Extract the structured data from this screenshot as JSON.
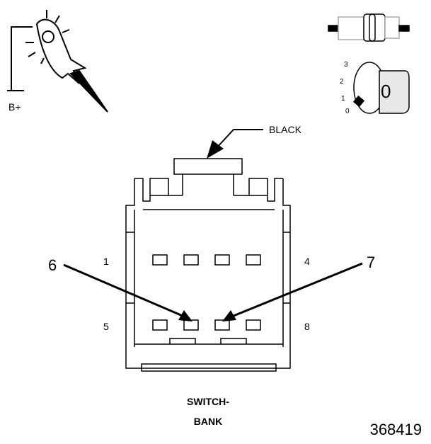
{
  "supply_label": "B+",
  "connector_color_label": "BLACK",
  "cavity_numbers": {
    "top_left": "1",
    "top_right": "4",
    "bottom_left": "5",
    "bottom_right": "8"
  },
  "callouts": {
    "left": "6",
    "right": "7"
  },
  "ignition_positions": [
    "0",
    "1",
    "2",
    "3"
  ],
  "key_position": "0",
  "caption_line1": "SWITCH-",
  "caption_line2": "BANK",
  "figure_number": "368419",
  "colors": {
    "line": "#000000",
    "background": "#ffffff",
    "knob_fill": "#e8e8e8"
  }
}
